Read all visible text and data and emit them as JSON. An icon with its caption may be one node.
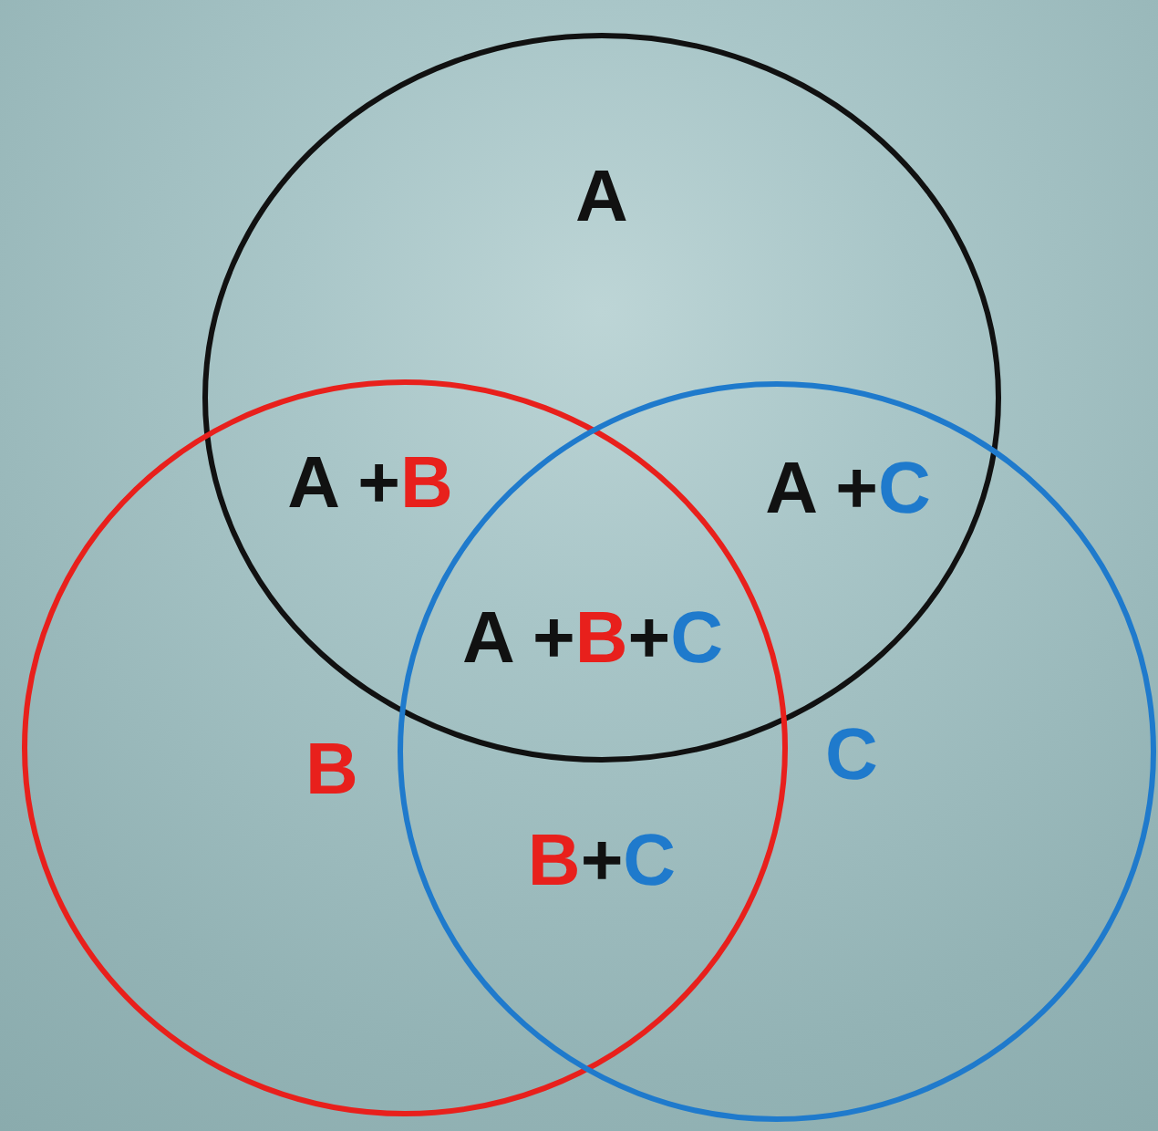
{
  "diagram": {
    "nodes": [
      {
        "text": [
          "A"
        ]
      },
      {
        "text": [
          "B"
        ]
      },
      {
        "text": [
          "C"
        ]
      }
    ],
    "labels": [
      "A +B",
      "A +C",
      "A +B+C",
      "B+C"
    ]
  }
}
